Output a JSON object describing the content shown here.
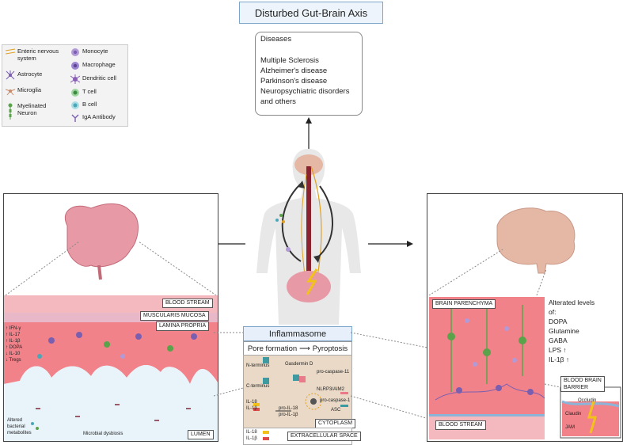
{
  "title": "Disturbed Gut-Brain Axis",
  "diseases": {
    "header": "Diseases",
    "items": [
      "Multiple Sclerosis",
      "Alzheimer's disease",
      "Parkinson's disease",
      "Neuropsychiatric disorders",
      "and others"
    ]
  },
  "legend": {
    "left": [
      "Enteric nervous system",
      "Astrocyte",
      "Microglia",
      "Myelinated Neuron"
    ],
    "right": [
      "Monocyte",
      "Macrophage",
      "Dendritic cell",
      "T cell",
      "B cell",
      "IgA Antibody"
    ]
  },
  "gut_panel": {
    "labels": [
      "BLOOD STREAM",
      "MUSCULARIS MUCOSA",
      "LAMINA PROPRIA",
      "LUMEN"
    ],
    "cytokines": [
      "↑ IFN-γ",
      "↑ IL-17",
      "↑ IL-1β",
      "↑ DOPA",
      "↓ IL-10",
      "↓ Tregs"
    ],
    "altered_metabolites": [
      "Altered",
      "bacterial",
      "metabolites"
    ],
    "dysbiosis": "Microbial dysbiosis"
  },
  "inflammasome": {
    "title": "Inflammasome",
    "pore_formation": "Pore formation",
    "arrow": "⟶",
    "pyroptosis": "Pyroptosis",
    "n_terminus": "N-terminus",
    "c_terminus": "C-terminus",
    "gasdermin": "Gasdermin D",
    "pro_caspase_11": "pro-caspase-11",
    "nlrp": "NLRP3/AIM2",
    "pro_caspase_1": "pro-caspase-1",
    "asc": "ASC",
    "il18": "IL-18",
    "il1b": "IL-1β",
    "pro_il18": "pro-IL-18",
    "pro_il1b": "pro-IL-1β",
    "cytoplasm": "CYTOPLASM",
    "extracellular_space": "EXTRACELLULAR SPACE",
    "ext_il18": "IL-18",
    "ext_il1b": "IL-1β"
  },
  "brain_panel": {
    "parenchyma": "BRAIN PARENCHYMA",
    "blood_stream": "BLOOD STREAM",
    "bbb": [
      "BLOOD BRAIN",
      "BARRIER"
    ],
    "bbb_items": [
      "Occludin",
      "Claudin",
      "JAM"
    ],
    "altered_levels": [
      "Alterated levels",
      "of:",
      "DOPA",
      "Glutamine",
      "GABA",
      "LPS ↑",
      "IL-1β ↑"
    ]
  },
  "colors": {
    "tissue": "#f2828a",
    "muscularis": "#e9b8c8",
    "lumen": "#e8f3fa",
    "neuron_green": "#5aa34a",
    "astrocyte_purple": "#7a5fb0",
    "box_blue": "#7da4c9",
    "cytoplasm": "#e9d9c6"
  }
}
